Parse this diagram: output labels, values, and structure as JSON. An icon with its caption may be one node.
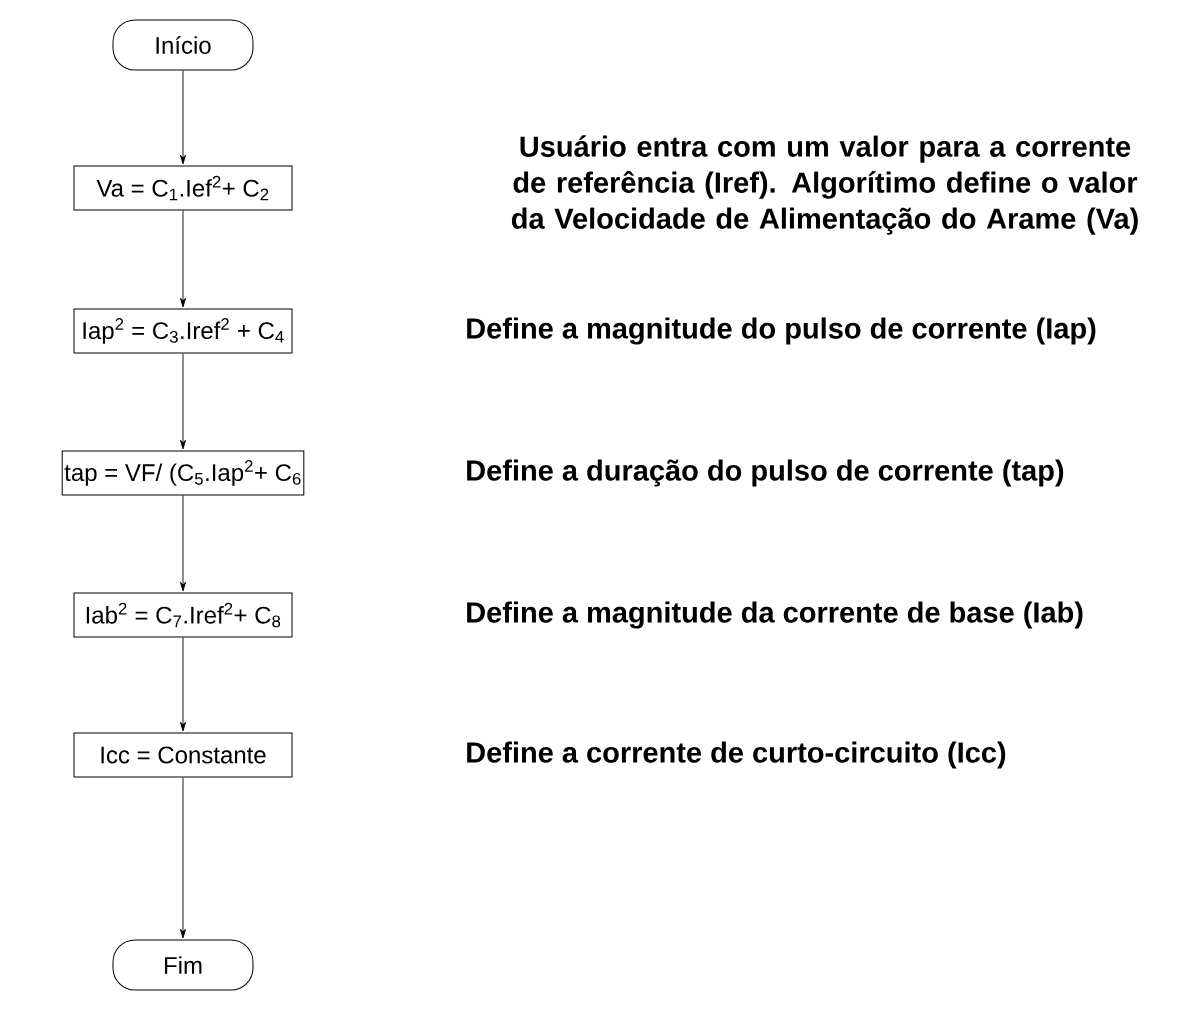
{
  "diagram": {
    "nodes": [
      {
        "text": [
          "Início"
        ]
      },
      {
        "text": [
          "Va = C$_{1}$.Ief$^{2}$+ C$_{2}$"
        ]
      },
      {
        "text": [
          "Iap$^{2}$ = C$_{3}$.Iref$^{2}$ + C$_{4}$"
        ]
      },
      {
        "text": [
          "tap = VF/ (C$_{5}$.Iap$^{2}$+ C$_{6}$"
        ]
      },
      {
        "text": [
          "Iab$^{2}$ = C$_{7}$.Iref$^{2}$+ C$_{8}$"
        ]
      },
      {
        "text": [
          "Icc = Constante"
        ]
      },
      {
        "text": [
          "Fim"
        ]
      }
    ],
    "edges": [
      {
        "from": 0,
        "to": 1,
        "arrow": "to"
      },
      {
        "from": 1,
        "to": 2,
        "arrow": "to"
      },
      {
        "from": 2,
        "to": 3,
        "arrow": "to"
      },
      {
        "from": 3,
        "to": 4,
        "arrow": "to"
      },
      {
        "from": 4,
        "to": 5,
        "arrow": "to"
      },
      {
        "from": 5,
        "to": 6,
        "arrow": "to"
      }
    ],
    "labels": [
      "Usuário entra com um valor para a corrente de referência (Iref). Algorítimo define o valor da Velocidade de Alimentação do Arame (Va)",
      "Define a magnitude do pulso de corrente (Iap)",
      "Define a duração do pulso de corrente (tap)",
      "Define a magnitude da corrente de base (Iab)",
      "Define a corrente de curto-circuito (Icc)"
    ]
  }
}
